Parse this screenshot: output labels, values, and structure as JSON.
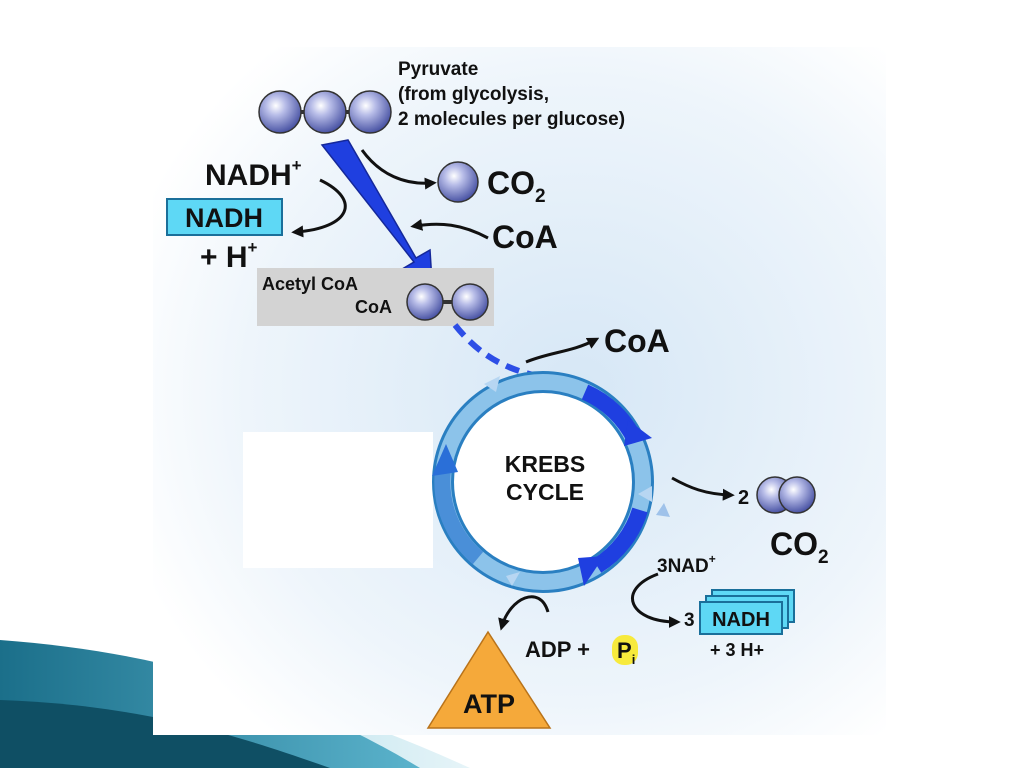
{
  "pyruvate": {
    "line1": "Pyruvate",
    "line2": "(from glycolysis,",
    "line3": "2 molecules per glucose)"
  },
  "top": {
    "nadh_plus_base": "NADH",
    "nadh_plus_sup": "+",
    "nadh_box": "NADH",
    "h_plus_base": "+ H",
    "h_plus_sup": "+",
    "co2_base": "CO",
    "co2_sub": "2",
    "coa": "CoA"
  },
  "acetyl": {
    "line1": "Acetyl CoA",
    "line2": "CoA"
  },
  "cycle": {
    "coa_out": "CoA",
    "title1": "KREBS",
    "title2": "CYCLE",
    "co2_count": "2",
    "co2_base": "CO",
    "co2_sub": "2",
    "nad_base": "3NAD",
    "nad_sup": "+",
    "nadh_count": "3",
    "nadh_box": "NADH",
    "h_plus": "+ 3 H+",
    "adp": "ADP +",
    "pi_base": "P",
    "pi_sub": "i",
    "atp": "ATP"
  },
  "colors": {
    "arrow_blue": "#1f3fe0",
    "ring_light": "#8cc3ea",
    "nadh_box": "#5ed8f5",
    "atp": "#f5a93a",
    "pi": "#f7ea3c",
    "acetyl_band": "#d3d3d3",
    "molecule": "#7f88c8"
  }
}
